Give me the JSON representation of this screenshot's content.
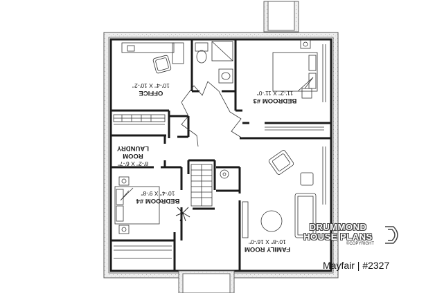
{
  "rooms": {
    "office": {
      "name": "OFFICE",
      "size": "10'-4\" X 10'-2\""
    },
    "bedroom3": {
      "name": "BEDROOM #3",
      "size": "11'-2\" X 11'-0\""
    },
    "laundry": {
      "name_line1": "LAUNDRY",
      "name_line2": "ROOM",
      "size": "8'-2\" X 6'-7\""
    },
    "bedroom4": {
      "name": "BEDROOM #4",
      "size": "10'-4\" X 9'-8\""
    },
    "family": {
      "name": "FAMILY ROOM",
      "size": "10'-8\" X 16'-0\""
    }
  },
  "brand": {
    "line1": "DRUMMOND",
    "line2": "HOUSE PLANS",
    "copyright": "©COPYRIGHT"
  },
  "plan_title": "Mayfair | #2327",
  "colors": {
    "wall": "#1a1a1a",
    "foundation_fill": "#ececec",
    "line": "#333333"
  }
}
